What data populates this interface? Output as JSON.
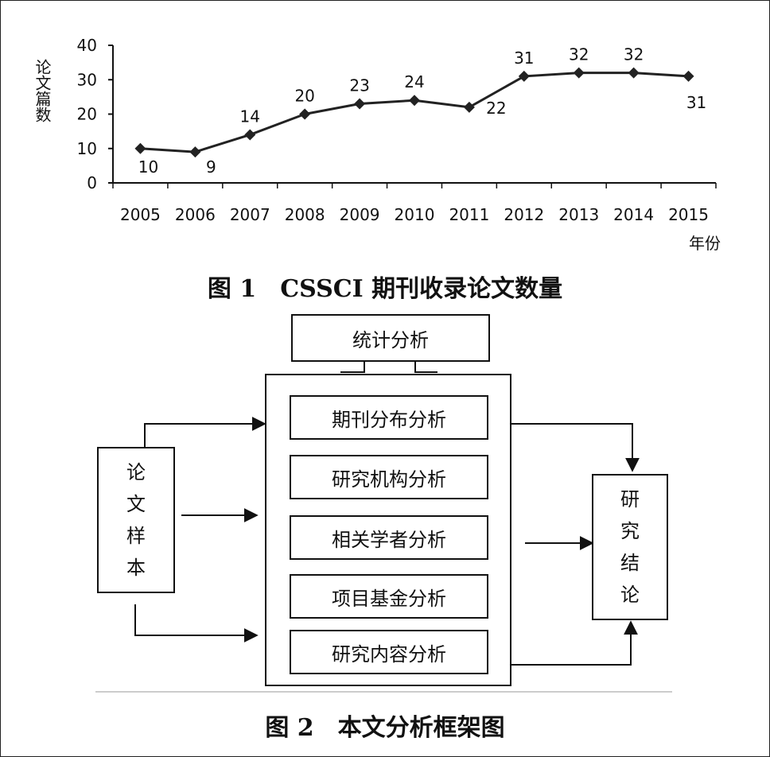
{
  "chart_data": {
    "type": "line",
    "categories": [
      "2005",
      "2006",
      "2007",
      "2008",
      "2009",
      "2010",
      "2011",
      "2012",
      "2013",
      "2014",
      "2015"
    ],
    "values": [
      10,
      9,
      14,
      20,
      23,
      24,
      22,
      31,
      32,
      32,
      31
    ],
    "ylim": [
      0,
      40
    ],
    "yticks": [
      "0",
      "10",
      "20",
      "30",
      "40"
    ],
    "ylabel": "论文篇数",
    "xlabel": "年份",
    "caption": "图 1　CSSCI 期刊收录论文数量"
  },
  "diagram": {
    "caption": "图 2　本文分析框架图",
    "top_box": "统计分析",
    "input_box": [
      "论",
      "文",
      "样",
      "本"
    ],
    "output_box": [
      "研",
      "究",
      "结",
      "论"
    ],
    "modules": [
      "期刊分布分析",
      "研究机构分析",
      "相关学者分析",
      "项目基金分析",
      "研究内容分析"
    ]
  }
}
